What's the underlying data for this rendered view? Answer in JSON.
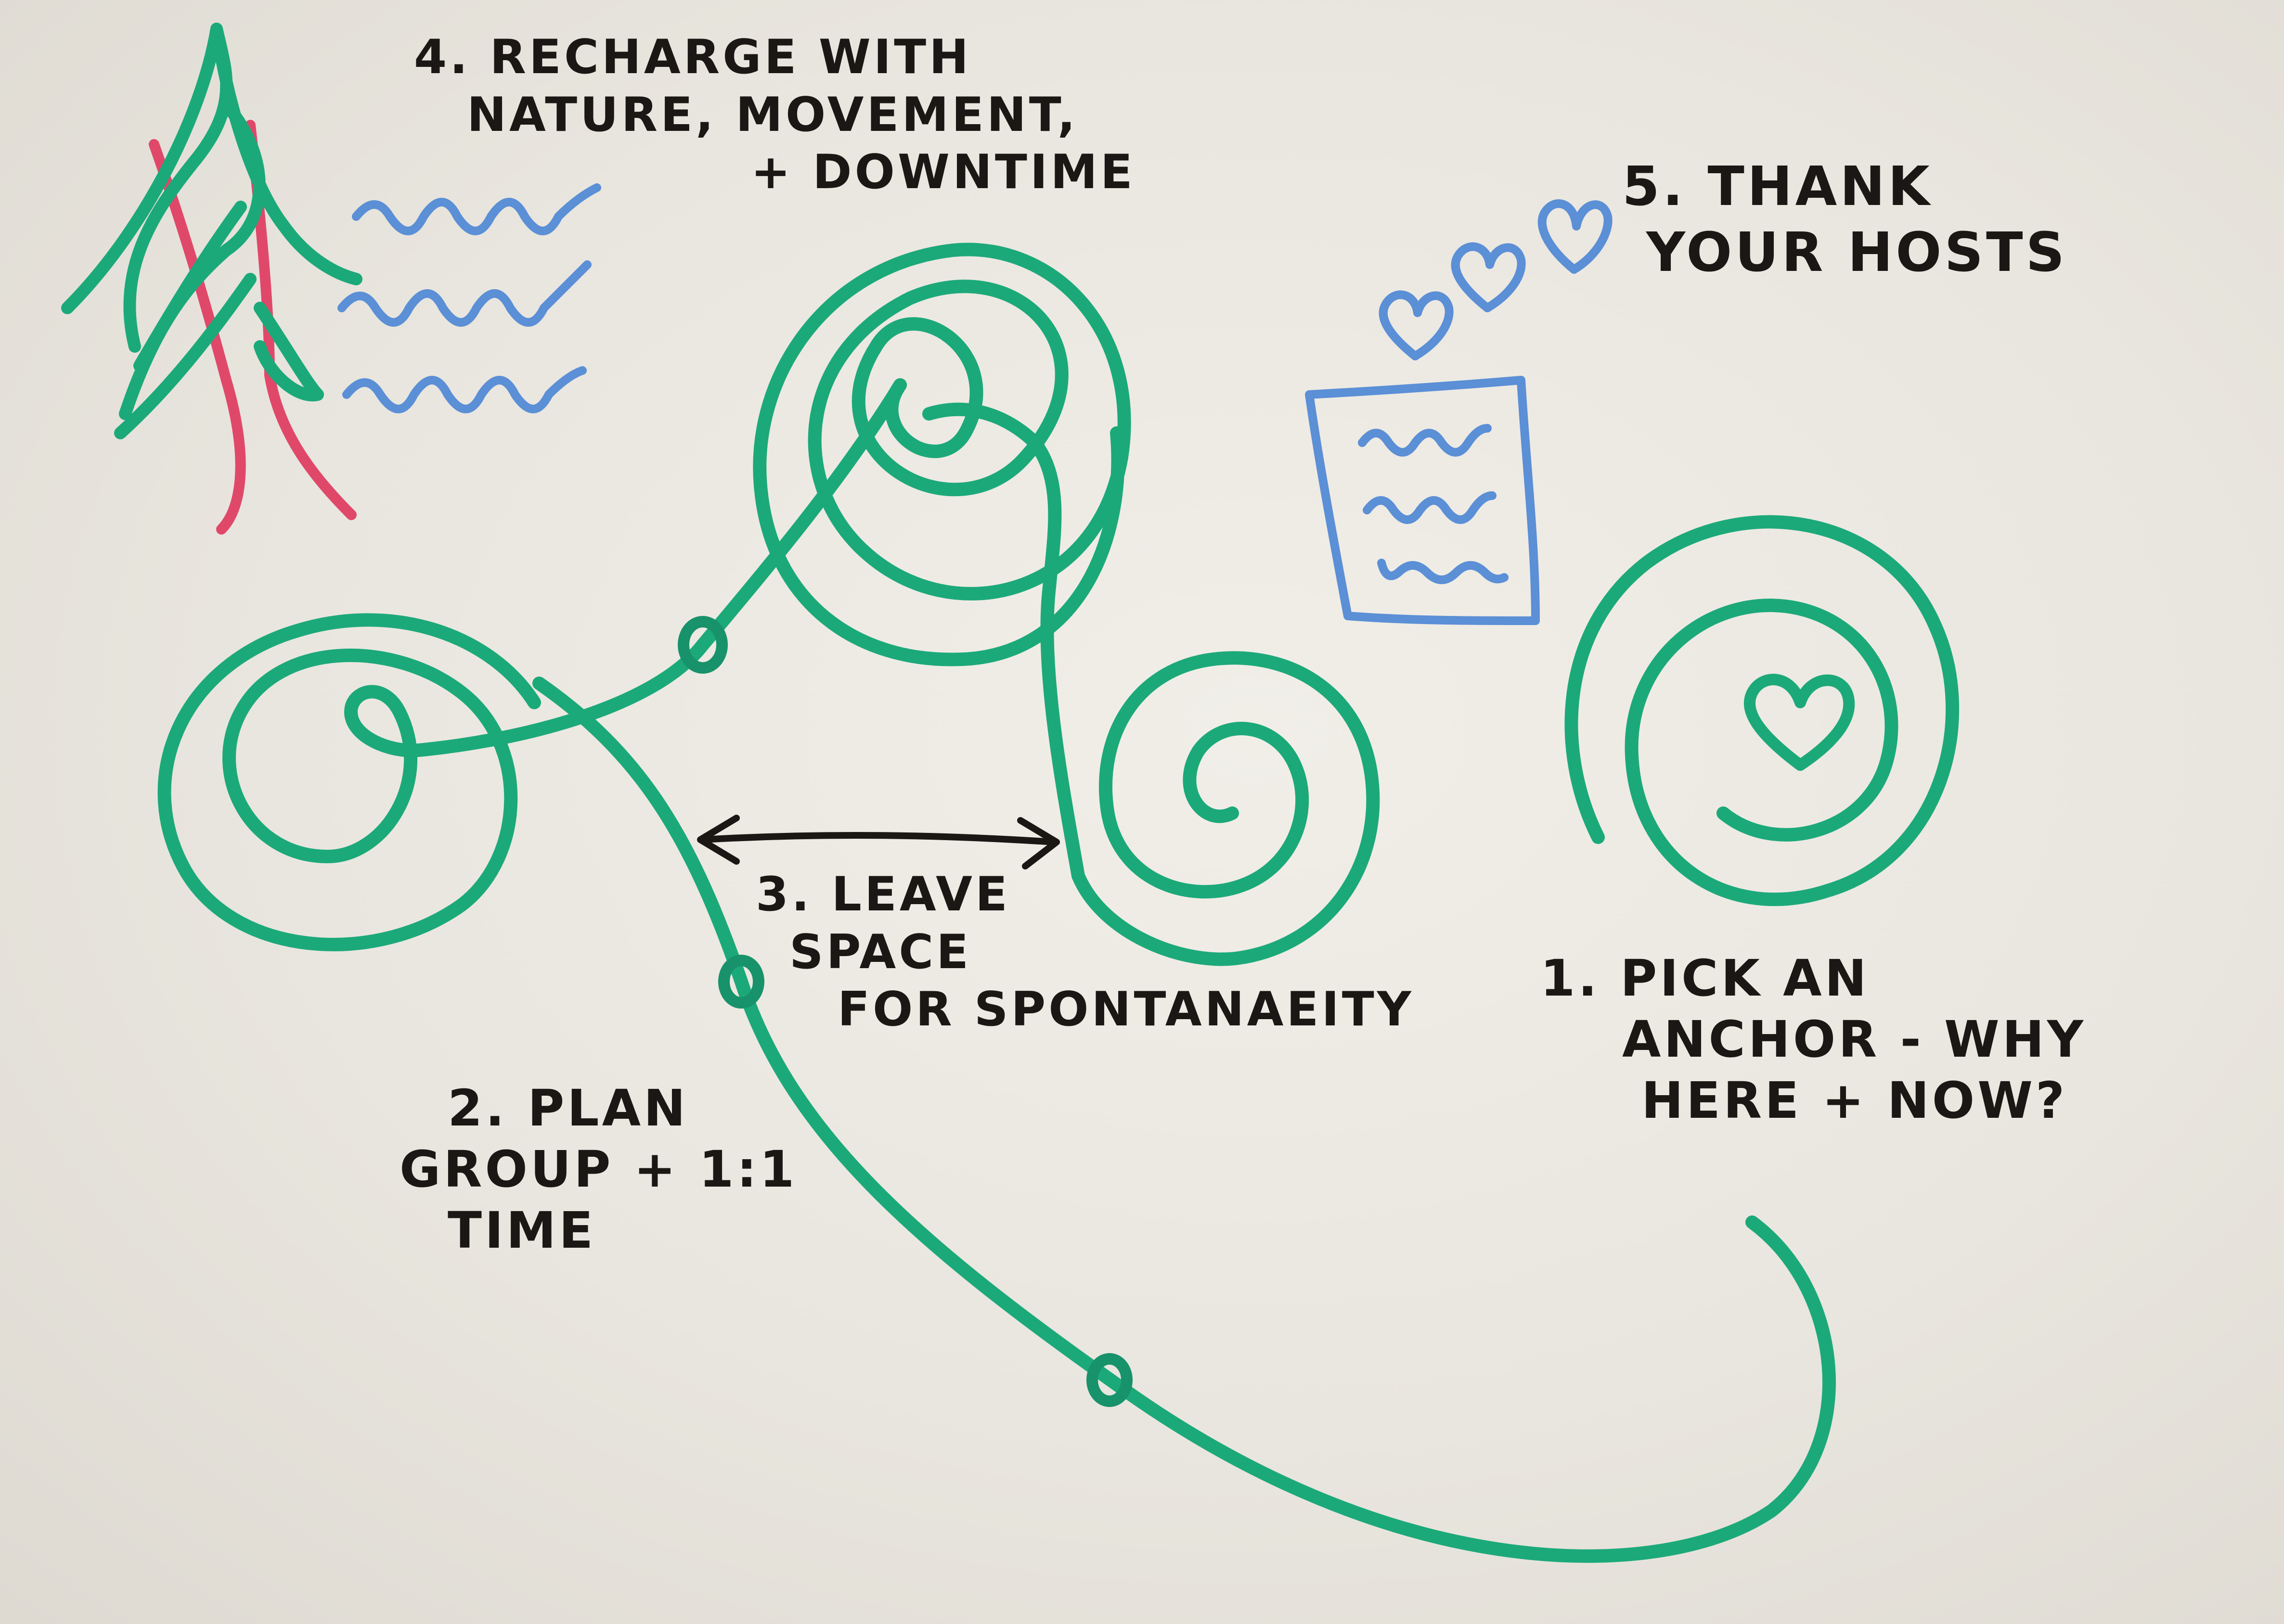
{
  "colors": {
    "board": "#ebe8e1",
    "path_green": "#1ca97a",
    "marker_blue": "#5b8fd6",
    "marker_red": "#e0486a",
    "marker_black": "#1a1714"
  },
  "icons": [
    "pine-tree-icon",
    "water-waves-icon",
    "hearts-icon",
    "thank-you-note-icon",
    "heart-icon",
    "double-arrow-icon"
  ],
  "steps": {
    "step1": {
      "lines": [
        "1. PICK AN",
        "ANCHOR - WHY",
        "HERE + NOW?"
      ]
    },
    "step2": {
      "lines": [
        "2. PLAN",
        "GROUP + 1:1",
        "TIME"
      ]
    },
    "step3": {
      "lines": [
        "3. LEAVE",
        "SPACE",
        "FOR SPONTANAEITY"
      ]
    },
    "step4": {
      "lines": [
        "4. RECHARGE WITH",
        "NATURE, MOVEMENT,",
        "+ DOWNTIME"
      ]
    },
    "step5": {
      "lines": [
        "5. THANK",
        "YOUR HOSTS"
      ]
    }
  }
}
